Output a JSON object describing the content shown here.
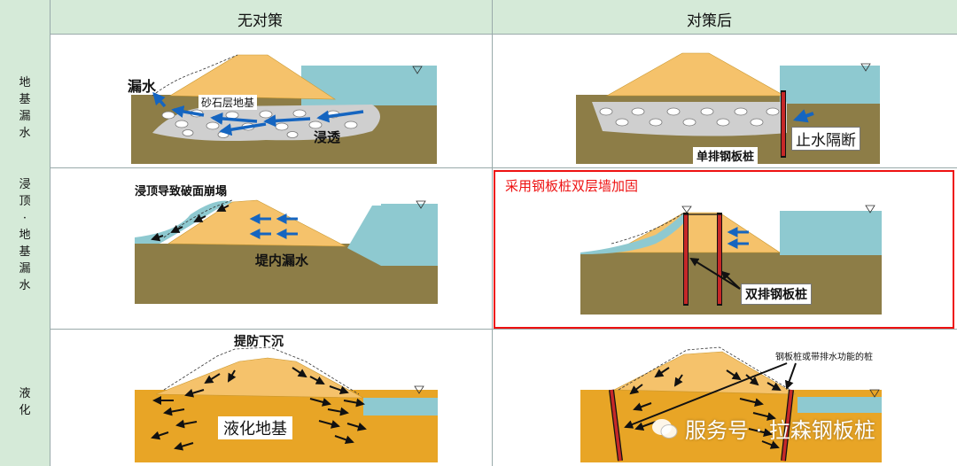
{
  "header": {
    "col_left": "无对策",
    "col_right": "对策后"
  },
  "rows": [
    {
      "label": [
        "地",
        "基",
        "漏",
        "水"
      ]
    },
    {
      "label": [
        "浸",
        "顶",
        "·",
        "地",
        "基",
        "漏",
        "水"
      ]
    },
    {
      "label": [
        "液",
        "化"
      ]
    }
  ],
  "panels": {
    "r1_left": {
      "leak": "漏水",
      "gravel": "砂石层地基",
      "seep": "浸透"
    },
    "r1_right": {
      "cutoff": "止水隔断",
      "pile": "单排钢板桩"
    },
    "r2_left": {
      "title": "浸顶导致破面崩塌",
      "inner": "堤内漏水"
    },
    "r2_right": {
      "title": "采用钢板桩双层墙加固",
      "pile": "双排钢板桩"
    },
    "r3_left": {
      "title": "提防下沉",
      "ground": "液化地基"
    },
    "r3_right": {
      "note": "钢板桩或带排水功能的桩"
    }
  },
  "watermark": "服务号 · 拉森钢板桩",
  "colors": {
    "header_bg": "#d5ead8",
    "soil": "#8d7d47",
    "embankment": "#f5c26b",
    "water": "#8ec9d0",
    "liquefied": "#e8a526",
    "arrow_blue": "#1565c0",
    "pile": "#c62828",
    "highlight": "#e11111"
  }
}
